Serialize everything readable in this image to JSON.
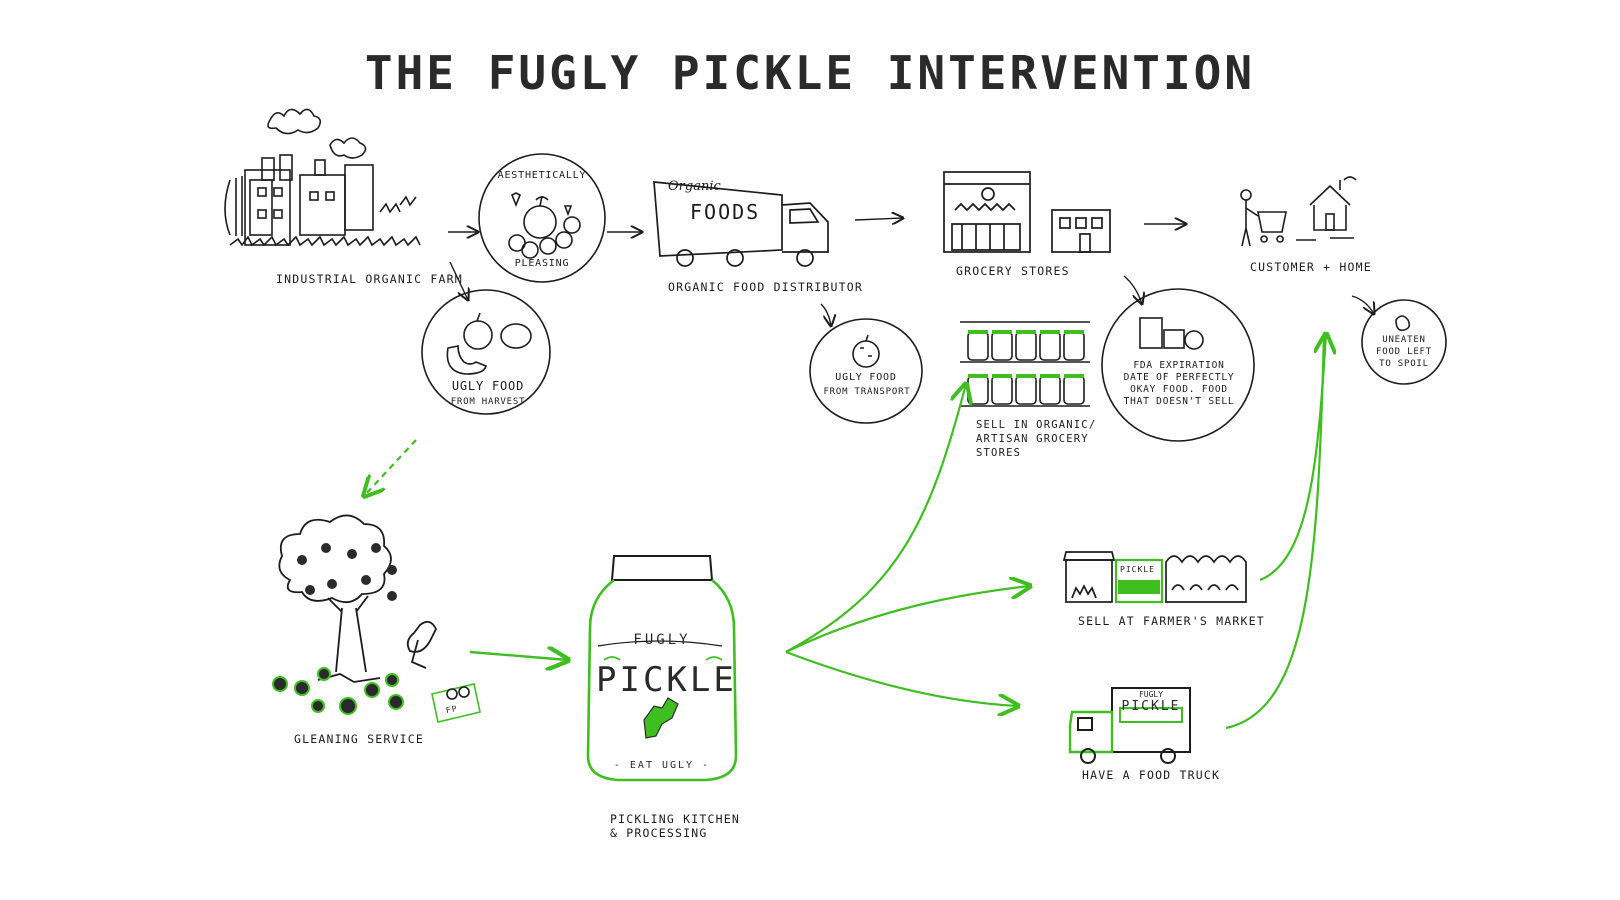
{
  "title": "THE FUGLY PICKLE INTERVENTION",
  "stages": {
    "farm": "INDUSTRIAL ORGANIC FARM",
    "aesthetic_top": "AESTHETICALLY",
    "aesthetic_bottom": "PLEASING",
    "distributor": "ORGANIC FOOD DISTRIBUTOR",
    "truck_line1": "Organic",
    "truck_line2": "FOODS",
    "grocery": "GROCERY STORES",
    "customer": "CUSTOMER + HOME",
    "ugly_harvest_1": "UGLY FOOD",
    "ugly_harvest_2": "FROM HARVEST",
    "ugly_transport_1": "UGLY FOOD",
    "ugly_transport_2": "FROM TRANSPORT",
    "fda": "FDA EXPIRATION DATE OF PERFECTLY OKAY FOOD. FOOD THAT DOESN'T SELL",
    "uneaten": "UNEATEN FOOD LEFT TO SPOIL",
    "sell_organic": "SELL IN ORGANIC/ ARTISAN GROCERY STORES",
    "gleaning": "GLEANING SERVICE",
    "pickling": "PICKLING KITCHEN & PROCESSING",
    "farmers_market": "SELL AT FARMER'S MARKET",
    "food_truck": "HAVE A FOOD TRUCK",
    "jar_brand": "FUGLY",
    "jar_name": "PICKLE",
    "jar_tagline": "- EAT UGLY -",
    "crate_mark": "FP",
    "stall_sign": "PICKLE",
    "food_truck_brand": "FUGLY",
    "food_truck_name": "PICKLE"
  },
  "colors": {
    "ink": "#1c1c1c",
    "green": "#3fbf1f"
  }
}
